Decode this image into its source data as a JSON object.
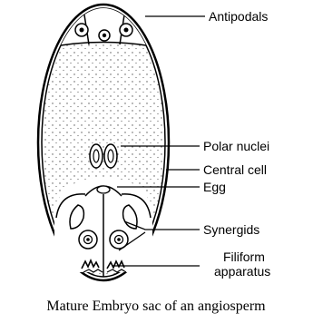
{
  "labels": {
    "antipodals": "Antipodals",
    "polar_nuclei": "Polar nuclei",
    "central_cell": "Central cell",
    "egg": "Egg",
    "synergids": "Synergids",
    "filiform_line1": "Filiform",
    "filiform_line2": "apparatus"
  },
  "caption": "Mature Embryo sac of an angiosperm"
}
